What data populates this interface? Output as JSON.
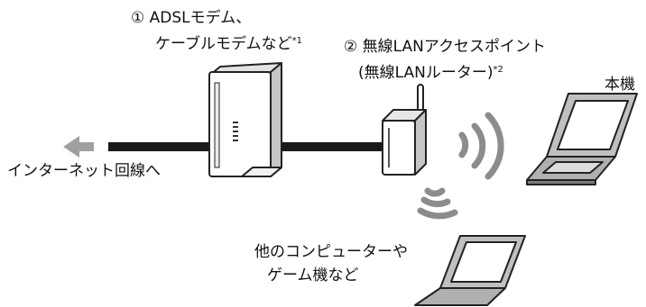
{
  "modem": {
    "number": "①",
    "line1": "ADSLモデム、",
    "line2": "ケーブルモデムなど",
    "note": "*1"
  },
  "access_point": {
    "number": "②",
    "line1": "無線LANアクセスポイント",
    "line2": "(無線LANルーター)",
    "note": "*2"
  },
  "this_unit_label": "本機",
  "internet_label": "インターネット回線へ",
  "other_devices": {
    "line1": "他のコンピューターや",
    "line2": "ゲーム機など"
  },
  "colors": {
    "line": "#1a1a1a",
    "arrow": "#a0a0a0",
    "device_gray": "#b8b8b8",
    "device_dark": "#7d7d7d",
    "waves": "#8c8c8c"
  }
}
